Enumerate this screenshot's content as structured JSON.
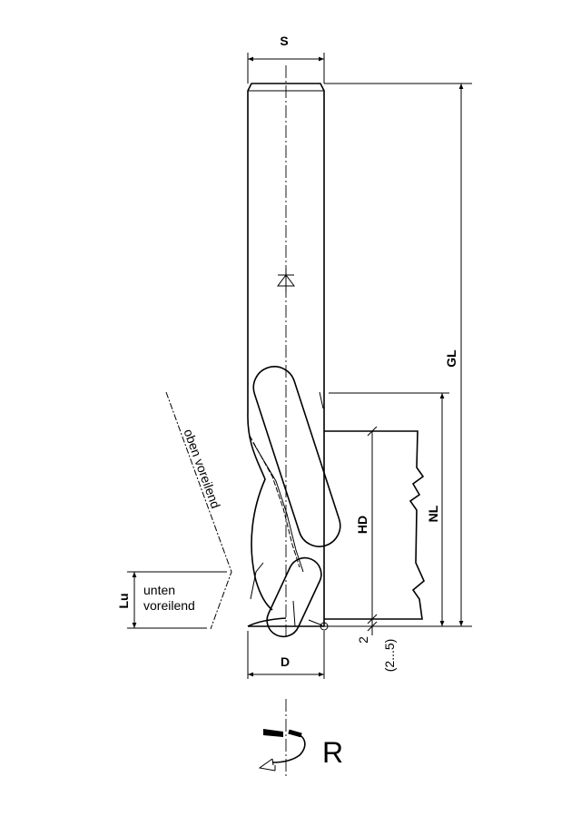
{
  "dimensions": {
    "shank_diameter": "S",
    "overall_length": "GL",
    "usable_length": "NL",
    "cutting_length": "HD",
    "cutting_diameter": "D",
    "lower_length": "Lu",
    "offset": "2",
    "offset_range": "(2...5)"
  },
  "annotations": {
    "upper_leading": "oben voreilend",
    "lower_leading_line1": "unten",
    "lower_leading_line2": "voreilend"
  },
  "rotation": {
    "direction_label": "R"
  }
}
